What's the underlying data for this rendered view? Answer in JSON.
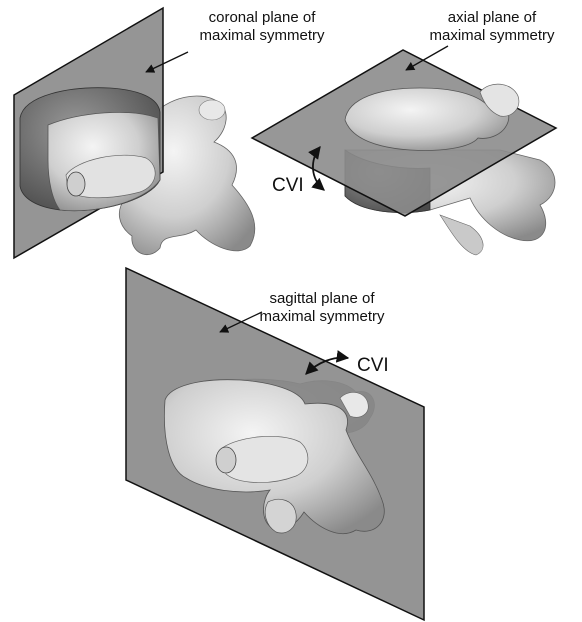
{
  "panels": {
    "coronal": {
      "label_line1": "coronal plane of",
      "label_line2": "maximal symmetry"
    },
    "axial": {
      "label_line1": "axial plane of",
      "label_line2": "maximal symmetry",
      "cvi": "CVI"
    },
    "sagittal": {
      "label_line1": "sagittal plane of",
      "label_line2": "maximal symmetry",
      "cvi": "CVI"
    }
  },
  "colors": {
    "plane": "#8c8c8c",
    "bone": "#dcdcdc",
    "bone_shade": "#b4b4b4",
    "bone_dark": "#6e6e6e"
  }
}
